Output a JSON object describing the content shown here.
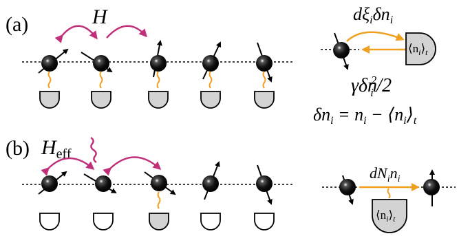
{
  "panels": {
    "a": {
      "label": "(a)",
      "hamiltonian": "H",
      "measure_label": "dξ",
      "measure_sub": "i",
      "measure_rest": "δn",
      "measure_sub2": "i",
      "detector_text": "⟨n",
      "detector_sub": "i",
      "detector_close": "⟩",
      "detector_t": "t",
      "backaction": "γδn",
      "backaction_sub": "i",
      "backaction_sup": "2",
      "backaction_rest": "/2",
      "definition_lhs": "δn",
      "definition_sub": "i",
      "definition_mid": " = n",
      "definition_sub2": "i",
      "definition_minus": " − ⟨n",
      "definition_sub3": "i",
      "definition_close": "⟩",
      "definition_t": "t"
    },
    "b": {
      "label": "(b)",
      "hamiltonian": "H",
      "hamiltonian_sub": "eff",
      "jump_label": "dN",
      "jump_sub": "i",
      "jump_rest": "n",
      "jump_sub2": "i",
      "detector_text": "⟨n",
      "detector_sub": "i",
      "detector_close": "⟩",
      "detector_t": "t"
    }
  },
  "colors": {
    "hopping_arrow": "#c0307a",
    "measurement_link": "#f0a020",
    "detector_fill": "#d3d3d3",
    "spin": "#000000"
  }
}
